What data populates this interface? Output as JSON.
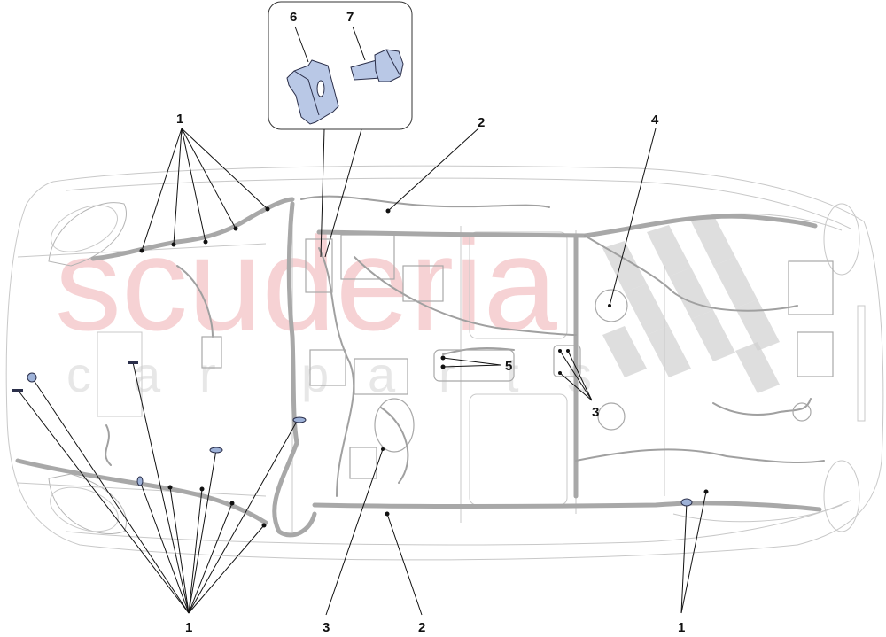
{
  "diagram": {
    "title": "Car wiring harness layout – fixing points (exploded parts view)",
    "watermark": {
      "brand": "scuderia",
      "subtitle_letters": [
        "c",
        "a",
        "r",
        "p",
        "a",
        "r",
        "t",
        "s"
      ]
    },
    "colors": {
      "outline": "#c8c8c8",
      "harness": "#a8a8a8",
      "leader_line": "#111111",
      "part_fill": "#b9c8e6",
      "watermark_red": "#f4c4c6",
      "checker_gray": "#d0d0d0"
    },
    "inset": {
      "label": "detail-inset",
      "parts": [
        {
          "ref": "6",
          "name": "clip nut"
        },
        {
          "ref": "7",
          "name": "flange bolt"
        }
      ]
    },
    "callouts": [
      {
        "ref": "1",
        "position": "top-left",
        "targets": 5
      },
      {
        "ref": "2",
        "position": "top-center",
        "targets": 1
      },
      {
        "ref": "4",
        "position": "top-right",
        "targets": 1
      },
      {
        "ref": "5",
        "position": "center",
        "targets": 2
      },
      {
        "ref": "3",
        "position": "center-right",
        "targets": 3
      },
      {
        "ref": "1",
        "position": "bottom-left",
        "targets": 8
      },
      {
        "ref": "3",
        "position": "bottom-center",
        "targets": 1
      },
      {
        "ref": "2",
        "position": "bottom-center",
        "targets": 1
      },
      {
        "ref": "1",
        "position": "bottom-right",
        "targets": 2
      }
    ],
    "labels": {
      "l1_top": "1",
      "l2_top": "2",
      "l4_top": "4",
      "l5": "5",
      "l3_right": "3",
      "l6": "6",
      "l7": "7",
      "l1_bottom_left": "1",
      "l3_bottom": "3",
      "l2_bottom": "2",
      "l1_bottom_right": "1"
    }
  }
}
